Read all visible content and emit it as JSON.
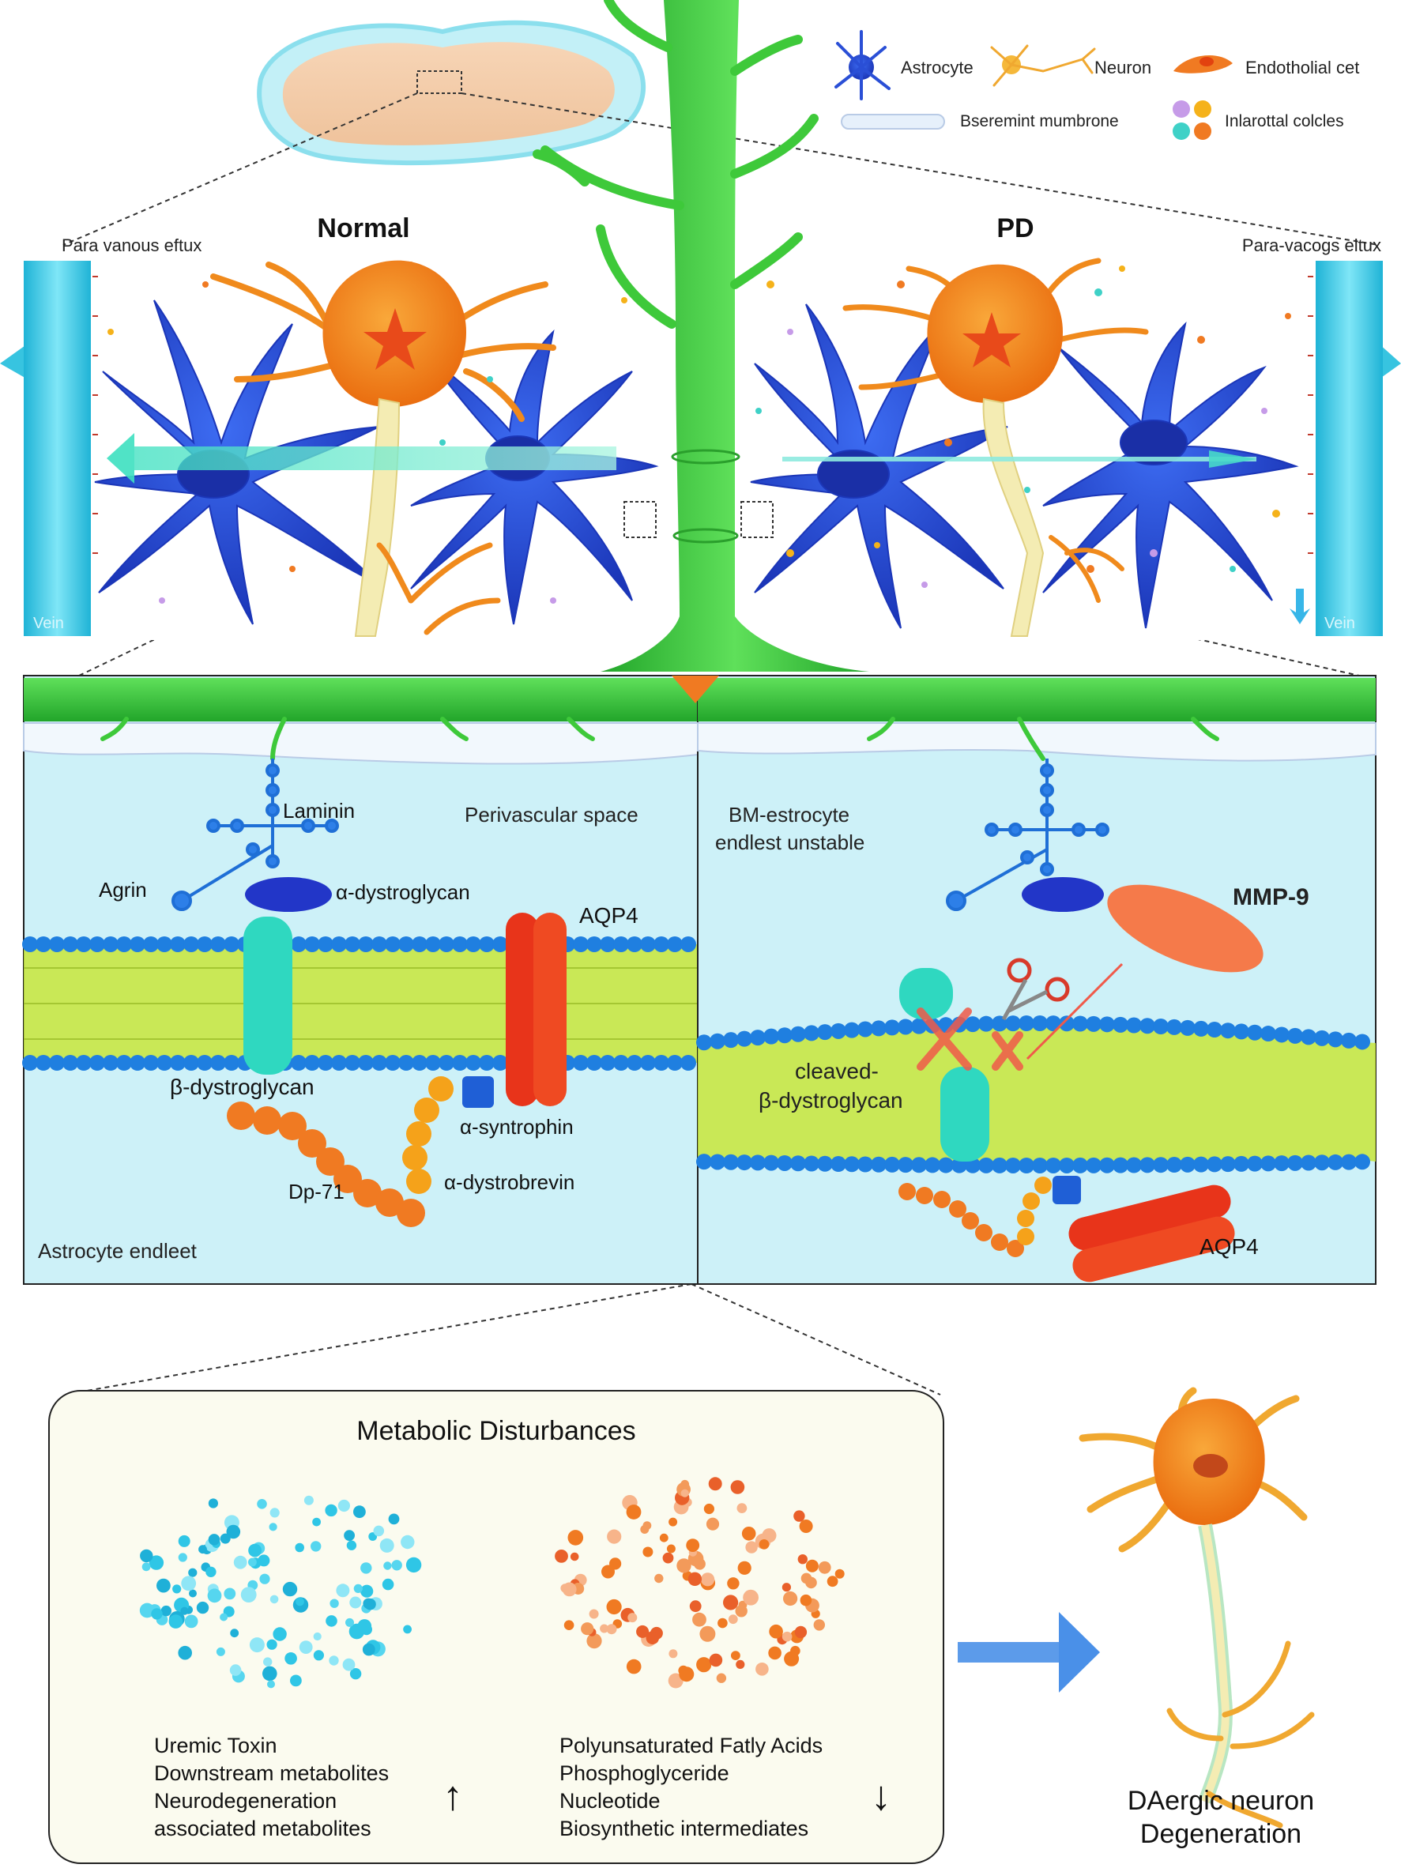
{
  "legend": {
    "astrocyte": "Astrocyte",
    "neuron": "Neuron",
    "endothelial": "Endotholial cet",
    "basement": "Bseremint mumbrone",
    "solutes": "Inlarottal colcles"
  },
  "top": {
    "normal_title": "Normal",
    "pd_title": "PD",
    "left_efflux": "Para vanous eftux",
    "right_efflux": "Para-vacogs eltux",
    "vein_left": "Vein",
    "vein_right": "Vein"
  },
  "normal_panel": {
    "laminin": "Laminin",
    "perivascular": "Perivascular space",
    "agrin": "Agrin",
    "alpha_dg": "α-dystroglycan",
    "aqp4": "AQP4",
    "beta_dg": "β-dystroglycan",
    "syntrophin": "α-syntrophin",
    "dp71": "Dp-71",
    "dystrobrevin": "α-dystrobrevin",
    "endfeet": "Astrocyte endleet"
  },
  "pd_panel": {
    "bm_line1": "BM-estrocyte",
    "bm_line2": "endlest unstable",
    "mmp9": "MMP-9",
    "cleaved_line1": "cleaved-",
    "cleaved_line2": "β-dystroglycan",
    "aqp4": "AQP4"
  },
  "metabolic": {
    "title": "Metabolic Disturbances",
    "up_items": [
      "Uremic Toxin",
      "Downstream metabolites",
      "Neurodegeneration",
      "associated metabolites"
    ],
    "down_items": [
      "Polyunsaturated Fatly Acids",
      "Phosphoglyceride",
      "Nucleotide",
      "Biosynthetic intermediates"
    ],
    "up_arrow": "↑",
    "down_arrow": "↓"
  },
  "outcome": {
    "line1": "DAergic neuron",
    "line2": "Degeneration"
  },
  "colors": {
    "astrocyte": "#2a4fd6",
    "neuron": "#f08a1c",
    "vessel": "#3ec93a",
    "vein": "#37c4e0",
    "lipid_head": "#1f7fe0",
    "lipid_tail": "#c8e63a",
    "aqp4": "#e8341a",
    "beta_dg": "#2fd8c0",
    "extracellular": "#cdf1f8"
  }
}
